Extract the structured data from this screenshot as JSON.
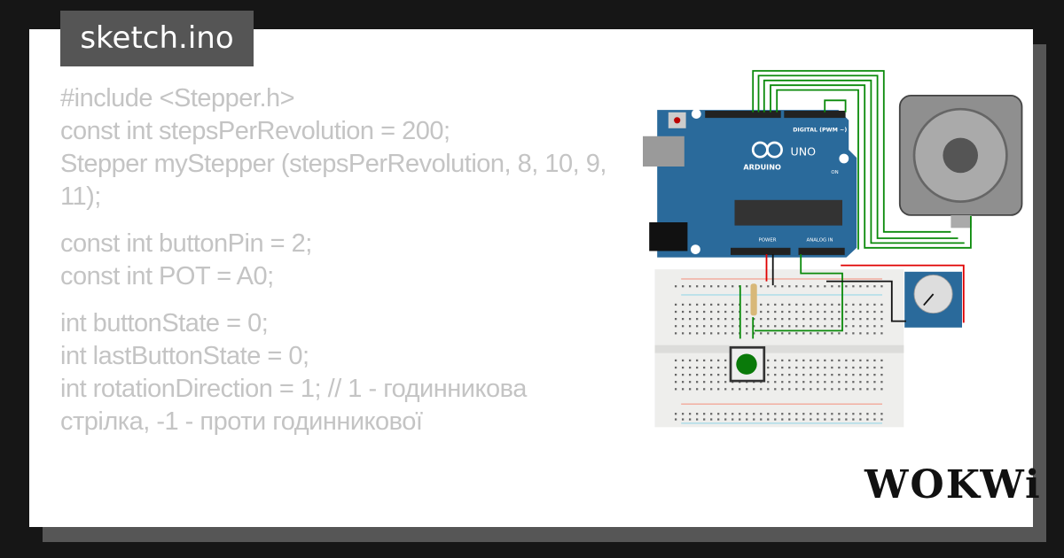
{
  "title": "sketch.ino",
  "code_lines": [
    "#include <Stepper.h>",
    "const int stepsPerRevolution = 200;",
    "Stepper myStepper (stepsPerRevolution, 8, 10, 9, 11);",
    "",
    "const int buttonPin = 2;",
    "const int POT = A0;",
    "",
    "int buttonState = 0;",
    "int lastButtonState = 0;",
    "int rotationDirection = 1; // 1 - годинникова стрілка, -1 - проти годинникової",
    ""
  ],
  "circuit": {
    "board_label": "ARDUINO",
    "board_model": "UNO",
    "digital_label": "DIGITAL (PWM ~)",
    "power_label": "POWER",
    "analog_label": "ANALOG IN",
    "on_label": "ON",
    "colors": {
      "board": "#2a6a9b",
      "wire_green": "#0a8a0a",
      "wire_red": "#e00000",
      "wire_black": "#111111",
      "button": "#0a7a0a"
    }
  },
  "brand": "WOKWi"
}
